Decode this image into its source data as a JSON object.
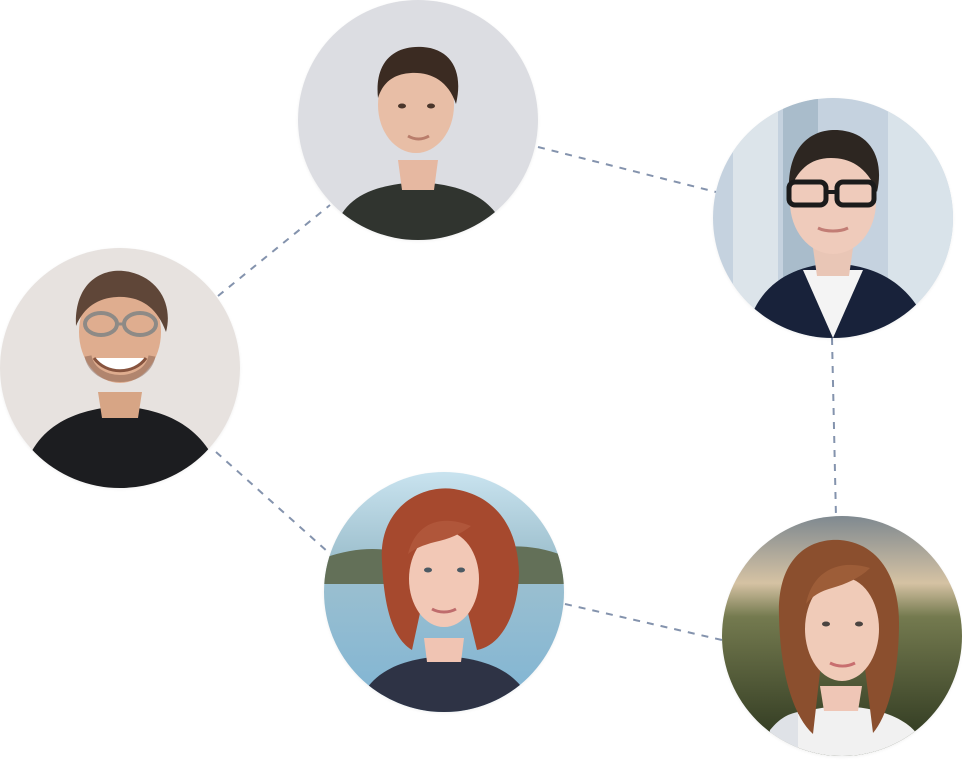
{
  "network": {
    "line_color": "#8493ad",
    "avatars": [
      {
        "id": "top",
        "icon": "portrait-young-man-dark-shirt",
        "bg": "#dcdde2"
      },
      {
        "id": "right-top",
        "icon": "portrait-man-glasses-suit",
        "bg": "#b8c6d4"
      },
      {
        "id": "left",
        "icon": "portrait-smiling-man-glasses",
        "bg": "#e7e2df"
      },
      {
        "id": "center-bottom",
        "icon": "portrait-red-haired-woman",
        "bg": "#8cb7ce"
      },
      {
        "id": "right-bottom",
        "icon": "portrait-brown-haired-woman",
        "bg": "#6d6a52"
      }
    ]
  }
}
